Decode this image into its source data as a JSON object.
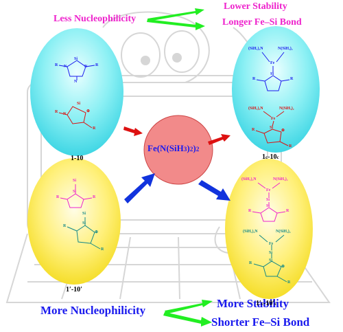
{
  "top_left": "Less Nucleophilicity",
  "top_right_1": "Lower Stability",
  "top_right_2": "Longer Fe–Si Bond",
  "bottom_left": "More Nucleophilicity",
  "bottom_right_1": "More Stability",
  "bottom_right_2": "Shorter Fe–Si Bond",
  "center_reagent": {
    "prefix": "Fe(N(SiH",
    "sub1": "3",
    "mid": ")",
    "sub2": "2",
    "close": ")",
    "sub3": "2"
  },
  "label_top_left": "1-10",
  "label_bottom_left": "1′-10′",
  "label_top_right": {
    "main": "1",
    "s1": "c",
    "mid": "-10",
    "s2": "c"
  },
  "label_bottom_right": {
    "main": "1′",
    "s1": "c",
    "mid": "-10′",
    "s2": "c"
  },
  "atoms": {
    "si": "Si",
    "n": "N",
    "r": "R",
    "fe": "Fe",
    "plus": "⊕",
    "ligand_left": "(SiH₃)₂N",
    "ligand_right": "N(SiH₃)₂",
    "ligand_left_ch": "(SiH₃)₂N",
    "ligand_right_ch": "N(SiH₃)₂"
  },
  "colors": {
    "pink": "#ee22cc",
    "blue": "#1a1aee",
    "red": "#dd1111",
    "teal": "#118888",
    "arrow_green": "#22ee22",
    "arrow_blue": "#1133dd",
    "cyan_fill": "#66e6ee",
    "yellow_fill": "#ffee44",
    "circle_fill": "#f28a8a"
  }
}
